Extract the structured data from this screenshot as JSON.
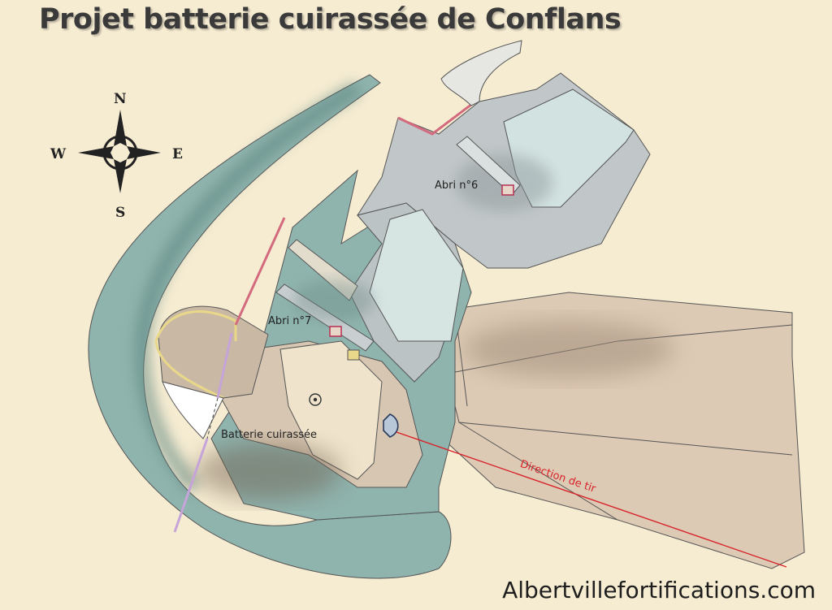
{
  "title": "Projet batterie cuirassée de Conflans",
  "credit": "Albertvillefortifications.com",
  "compass": {
    "n": "N",
    "s": "S",
    "e": "E",
    "w": "W"
  },
  "labels": {
    "abri6": "Abri n°6",
    "abri7": "Abri n°7",
    "batterie": "Batterie cuirassée",
    "direction": "Direction de tir"
  },
  "colors": {
    "background": "#f6ecd2",
    "ditch": "#8fb3ad",
    "fort": "#c1c7c8",
    "glacis": "#ddcab4",
    "fire_line": "#d8232a"
  }
}
